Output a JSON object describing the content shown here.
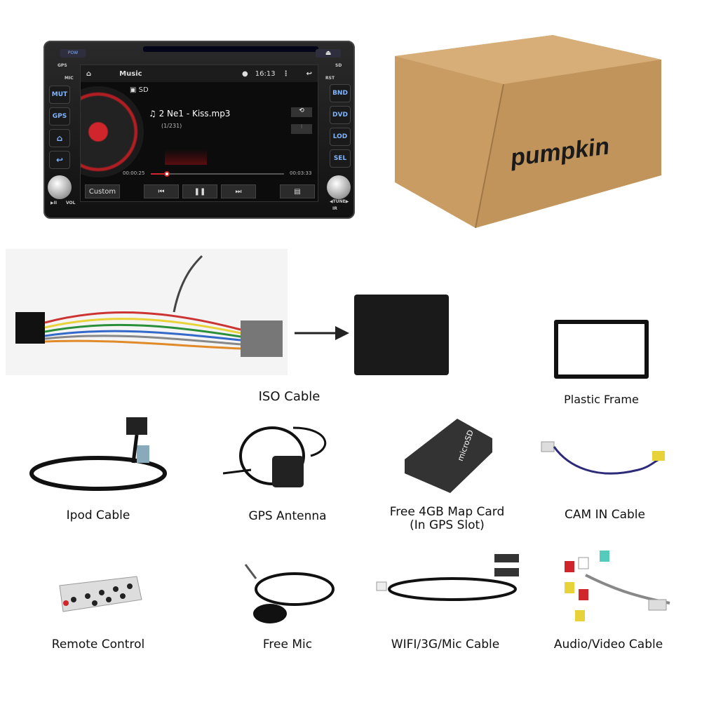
{
  "head_unit": {
    "top_buttons": {
      "power": "POW",
      "eject": "⏏"
    },
    "left_labels": {
      "gps": "GPS",
      "mic": "MIC",
      "vol": "VOL",
      "play_pause": "▶II"
    },
    "right_labels": {
      "sd": "SD",
      "rst": "RST",
      "tune": "◀TUNE▶",
      "ir": "IR"
    },
    "left_buttons": [
      "MUT",
      "GPS",
      "⌂",
      "↩"
    ],
    "right_buttons": [
      "BND",
      "DVD",
      "LOD",
      "SEL"
    ],
    "screen": {
      "app_title": "Music",
      "clock": "16:13",
      "source": "SD",
      "track": "2 Ne1 - Kiss.mp3",
      "track_index": "(1/231)",
      "elapsed": "00:00:25",
      "duration": "00:03:33",
      "progress_fraction": 0.12,
      "custom_button": "Custom",
      "prev_icon": "⏮",
      "pause_icon": "❚❚",
      "next_icon": "⏭"
    }
  },
  "box": {
    "brand": "pumpkin"
  },
  "items": {
    "iso_cable": "ISO Cable",
    "plastic_frame": "Plastic Frame",
    "ipod_cable": "Ipod Cable",
    "gps_antenna": "GPS Antenna",
    "map_card_line1": "Free 4GB Map Card",
    "map_card_line2": "(In GPS Slot)",
    "cam_in_cable": "CAM IN Cable",
    "remote_control": "Remote Control",
    "free_mic": "Free Mic",
    "wifi_cable": "WIFI/3G/Mic Cable",
    "av_cable": "Audio/Video Cable"
  },
  "colors": {
    "box": "#c79a63",
    "unit": "#161616",
    "accent_red": "#d0262b"
  }
}
